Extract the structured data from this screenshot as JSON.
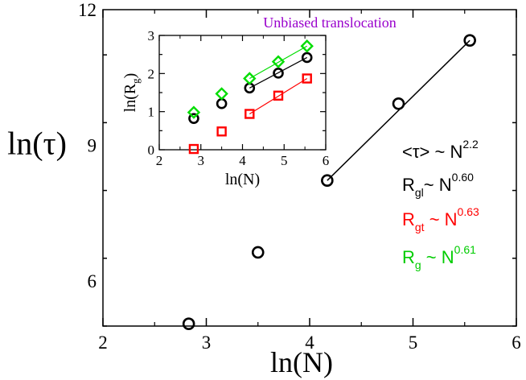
{
  "chart_data": [
    {
      "type": "scatter",
      "xlabel": "ln(N)",
      "ylabel": "ln(τ)",
      "xlim": [
        2,
        6
      ],
      "ylim": [
        5,
        12
      ],
      "xticks": [
        2,
        3,
        4,
        5,
        6
      ],
      "yticks": [
        6,
        9,
        12
      ],
      "grid": false,
      "series": [
        {
          "marker": "circle",
          "color": "#000000",
          "x": [
            2.83,
            3.5,
            4.17,
            4.86,
            5.55
          ],
          "y": [
            5.05,
            6.63,
            8.22,
            9.92,
            11.32
          ]
        }
      ],
      "fit_line": {
        "color": "#000000",
        "x": [
          4.17,
          5.55
        ],
        "y": [
          8.22,
          11.32
        ]
      },
      "annotations": [
        {
          "base": "<τ> ~ N",
          "sup": "2.2",
          "sub": "",
          "color": "#000000"
        },
        {
          "base": "R",
          "sub": "gl",
          "rest": "~ N",
          "sup": "0.60",
          "color": "#000000"
        },
        {
          "base": "R",
          "sub": "gt",
          "rest": " ~ N",
          "sup": "0.63",
          "color": "#ff0000"
        },
        {
          "base": "R",
          "sub": "g",
          "rest": " ~ N",
          "sup": "0.61",
          "color": "#00cc00"
        }
      ]
    },
    {
      "type": "scatter",
      "title": "Unbiased translocation",
      "title_color": "#9900cc",
      "xlabel": "ln(N)",
      "ylabel_base": "ln(R",
      "ylabel_sub": "g",
      "ylabel_end": ")",
      "xlim": [
        2,
        6
      ],
      "ylim": [
        0,
        3
      ],
      "xticks": [
        2,
        3,
        4,
        5,
        6
      ],
      "yticks": [
        0,
        1,
        2,
        3
      ],
      "grid": false,
      "series": [
        {
          "marker": "circle",
          "color": "#000000",
          "x": [
            2.83,
            3.5,
            4.17,
            4.86,
            5.55
          ],
          "y": [
            0.82,
            1.21,
            1.62,
            2.01,
            2.42
          ],
          "fit": true
        },
        {
          "marker": "square",
          "color": "#ff0000",
          "x": [
            2.83,
            3.5,
            4.17,
            4.86,
            5.55
          ],
          "y": [
            0.02,
            0.48,
            0.94,
            1.42,
            1.87
          ],
          "fit": true
        },
        {
          "marker": "diamond",
          "color": "#00dd00",
          "x": [
            2.83,
            3.5,
            4.17,
            4.86,
            5.55
          ],
          "y": [
            0.98,
            1.47,
            1.87,
            2.31,
            2.72
          ],
          "fit": true
        }
      ]
    }
  ]
}
